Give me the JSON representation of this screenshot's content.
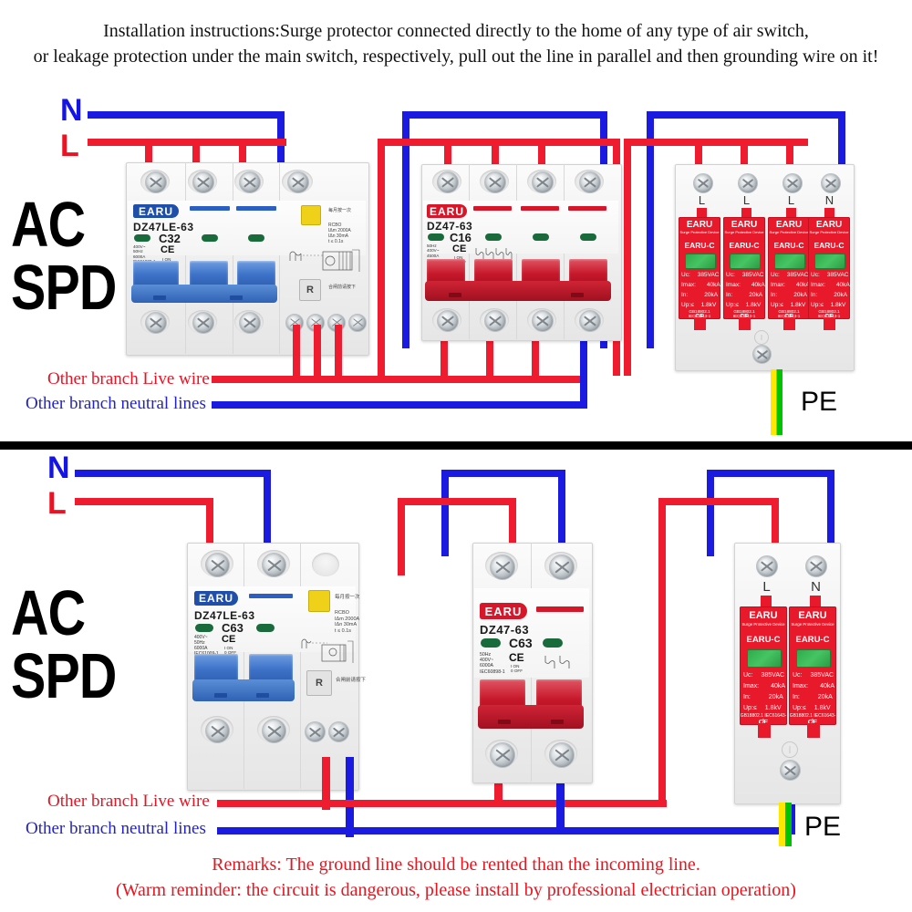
{
  "header": {
    "line1": "Installation instructions:Surge protector connected directly to the home of any type of air switch,",
    "line2": "or leakage protection under the main switch, respectively, pull out the line in parallel and then grounding wire on it!"
  },
  "colors": {
    "live_wire": "#ef1b2e",
    "neutral_wire": "#1a1ae0",
    "earth_yellow": "#ffe800",
    "earth_green": "#00c400",
    "brand_blue": "#1f4fa8",
    "brand_red": "#d8162a",
    "warning_red": "#e8151f"
  },
  "sections": [
    {
      "id": "top",
      "title_line1": "AC",
      "title_line2": "SPD",
      "source": {
        "neutral": "N",
        "live": "L"
      },
      "earth_label": "PE",
      "legend": {
        "live": "Other branch Live wire",
        "neutral": "Other branch neutral lines"
      },
      "devices": [
        {
          "kind": "rcbo",
          "brand": "EARU",
          "model": "DZ47LE-63",
          "rating": "C32",
          "ce": "CE",
          "poles": 4,
          "specs": "400V~\n50Hz\n6000A\nIEC61009-1",
          "on_off": "I ON\n0 OFF",
          "rcbo_block": "RCBO\nIΔm 2000A\nIΔn 30mA\nt ≤ 0.1s",
          "note_top": "每月按一次",
          "note_bottom": "合闸前请按下",
          "reset_label": "R",
          "handle_color": "blue"
        },
        {
          "kind": "mcb",
          "brand": "EARU",
          "model": "DZ47-63",
          "rating": "C16",
          "ce": "CE",
          "poles": 4,
          "specs": "50Hz\n400V~\n4500A\nIEC60898-1",
          "on_off": "I ON\n0 OFF",
          "handle_color": "red"
        },
        {
          "kind": "spd",
          "brand": "EARU",
          "subtitle": "Surge Protective Device",
          "model": "EARU-C",
          "poles": 4,
          "pole_labels": [
            "L",
            "L",
            "L",
            "N"
          ],
          "specs": [
            {
              "label": "Uc:",
              "value": "385VAC"
            },
            {
              "label": "Imax:",
              "value": "40kA"
            },
            {
              "label": "In:",
              "value": "20kA"
            },
            {
              "label": "Up:≤",
              "value": "1.8kV"
            }
          ],
          "standard": "GB18802.1 IEC61643-1",
          "ce": "CE"
        }
      ]
    },
    {
      "id": "bottom",
      "title_line1": "AC",
      "title_line2": "SPD",
      "source": {
        "neutral": "N",
        "live": "L"
      },
      "earth_label": "PE",
      "legend": {
        "live": "Other branch Live wire",
        "neutral": "Other branch neutral lines"
      },
      "devices": [
        {
          "kind": "rcbo",
          "brand": "EARU",
          "model": "DZ47LE-63",
          "rating": "C63",
          "ce": "CE",
          "poles": 2,
          "specs": "400V~\n50Hz\n6000A\nIEC61009-1",
          "on_off": "I ON\n0 OFF",
          "rcbo_block": "RCBO\nIΔm 2000A\nIΔn 30mA\nt ≤ 0.1s",
          "note_top": "每月按一次",
          "note_bottom": "合闸前请按下",
          "reset_label": "R",
          "handle_color": "blue"
        },
        {
          "kind": "mcb",
          "brand": "EARU",
          "model": "DZ47-63",
          "rating": "C63",
          "ce": "CE",
          "poles": 2,
          "specs": "50Hz\n400V~\n6000A\nIEC60898-1",
          "on_off": "I ON\n0 OFF",
          "handle_color": "red"
        },
        {
          "kind": "spd",
          "brand": "EARU",
          "subtitle": "Surge Protective Device",
          "model": "EARU-C",
          "poles": 2,
          "pole_labels": [
            "L",
            "N"
          ],
          "specs": [
            {
              "label": "Uc:",
              "value": "385VAC"
            },
            {
              "label": "Imax:",
              "value": "40kA"
            },
            {
              "label": "In:",
              "value": "20kA"
            },
            {
              "label": "Up:≤",
              "value": "1.8kV"
            }
          ],
          "standard": "GB18802.1 IEC61643-1",
          "ce": "CE"
        }
      ]
    }
  ],
  "remarks": {
    "line1": "Remarks: The ground line should be rented than the incoming line.",
    "line2": "(Warm reminder: the circuit is dangerous, please install by professional electrician operation)"
  }
}
